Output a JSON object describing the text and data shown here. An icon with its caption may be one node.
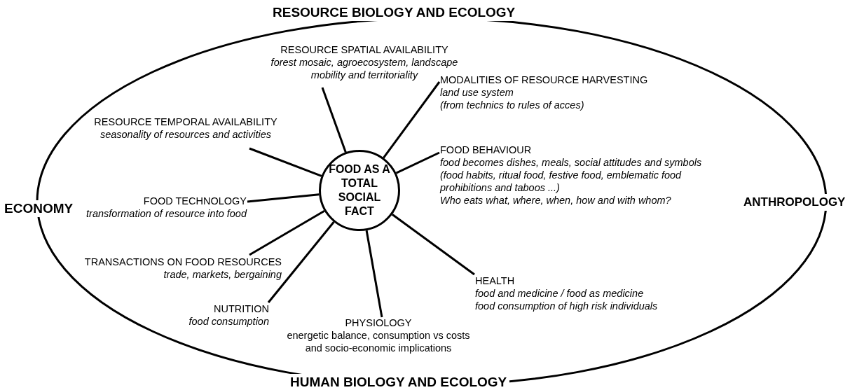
{
  "diagram": {
    "nodes": [
      {
        "text": [
          "RESOURCE BIOLOGY AND ECOLOGY",
          "ECONOMY",
          "ANTHROPOLOGY",
          "HUMAN BIOLOGY AND ECOLOGY"
        ]
      },
      {
        "text": [
          "FOOD AS A TOTAL SOCIAL FACT"
        ],
        "in": 0
      },
      {
        "text": [
          "RESOURCE SPATIAL AVAILABILITY",
          "forest mosaic, agroecosystem, landscape",
          "mobility and territoriality"
        ],
        "in": 0
      },
      {
        "text": [
          "MODALITIES OF RESOURCE HARVESTING",
          "land use system",
          "(from technics to rules of acces)"
        ],
        "in": 0
      },
      {
        "text": [
          "RESOURCE TEMPORAL AVAILABILITY",
          "seasonality of resources and activities"
        ],
        "in": 0
      },
      {
        "text": [
          "FOOD BEHAVIOUR",
          "food becomes dishes, meals, social attitudes and symbols",
          "(food habits, ritual food, festive food, emblematic food prohibitions and taboos ...)",
          "Who eats what, where, when, how and with whom?"
        ],
        "in": 0
      },
      {
        "text": [
          "FOOD TECHNOLOGY",
          "transformation of resource into food"
        ],
        "in": 0
      },
      {
        "text": [
          "TRANSACTIONS ON FOOD RESOURCES",
          "trade, markets, bergaining"
        ],
        "in": 0
      },
      {
        "text": [
          "HEALTH",
          "food and medicine / food as medicine",
          "food consumption of high risk individuals"
        ],
        "in": 0
      },
      {
        "text": [
          "NUTRITION",
          "food consumption"
        ],
        "in": 0
      },
      {
        "text": [
          "PHYSIOLOGY",
          "energetic balance, consumption vs costs and socio-economic implications"
        ],
        "in": 0
      }
    ],
    "edges": [
      {
        "from": 1,
        "to": 2,
        "arrow": "none"
      },
      {
        "from": 1,
        "to": 3,
        "arrow": "none"
      },
      {
        "from": 1,
        "to": 4,
        "arrow": "none"
      },
      {
        "from": 1,
        "to": 5,
        "arrow": "none"
      },
      {
        "from": 1,
        "to": 6,
        "arrow": "none"
      },
      {
        "from": 1,
        "to": 7,
        "arrow": "none"
      },
      {
        "from": 1,
        "to": 8,
        "arrow": "none"
      },
      {
        "from": 1,
        "to": 9,
        "arrow": "none"
      },
      {
        "from": 1,
        "to": 10,
        "arrow": "none"
      }
    ]
  }
}
